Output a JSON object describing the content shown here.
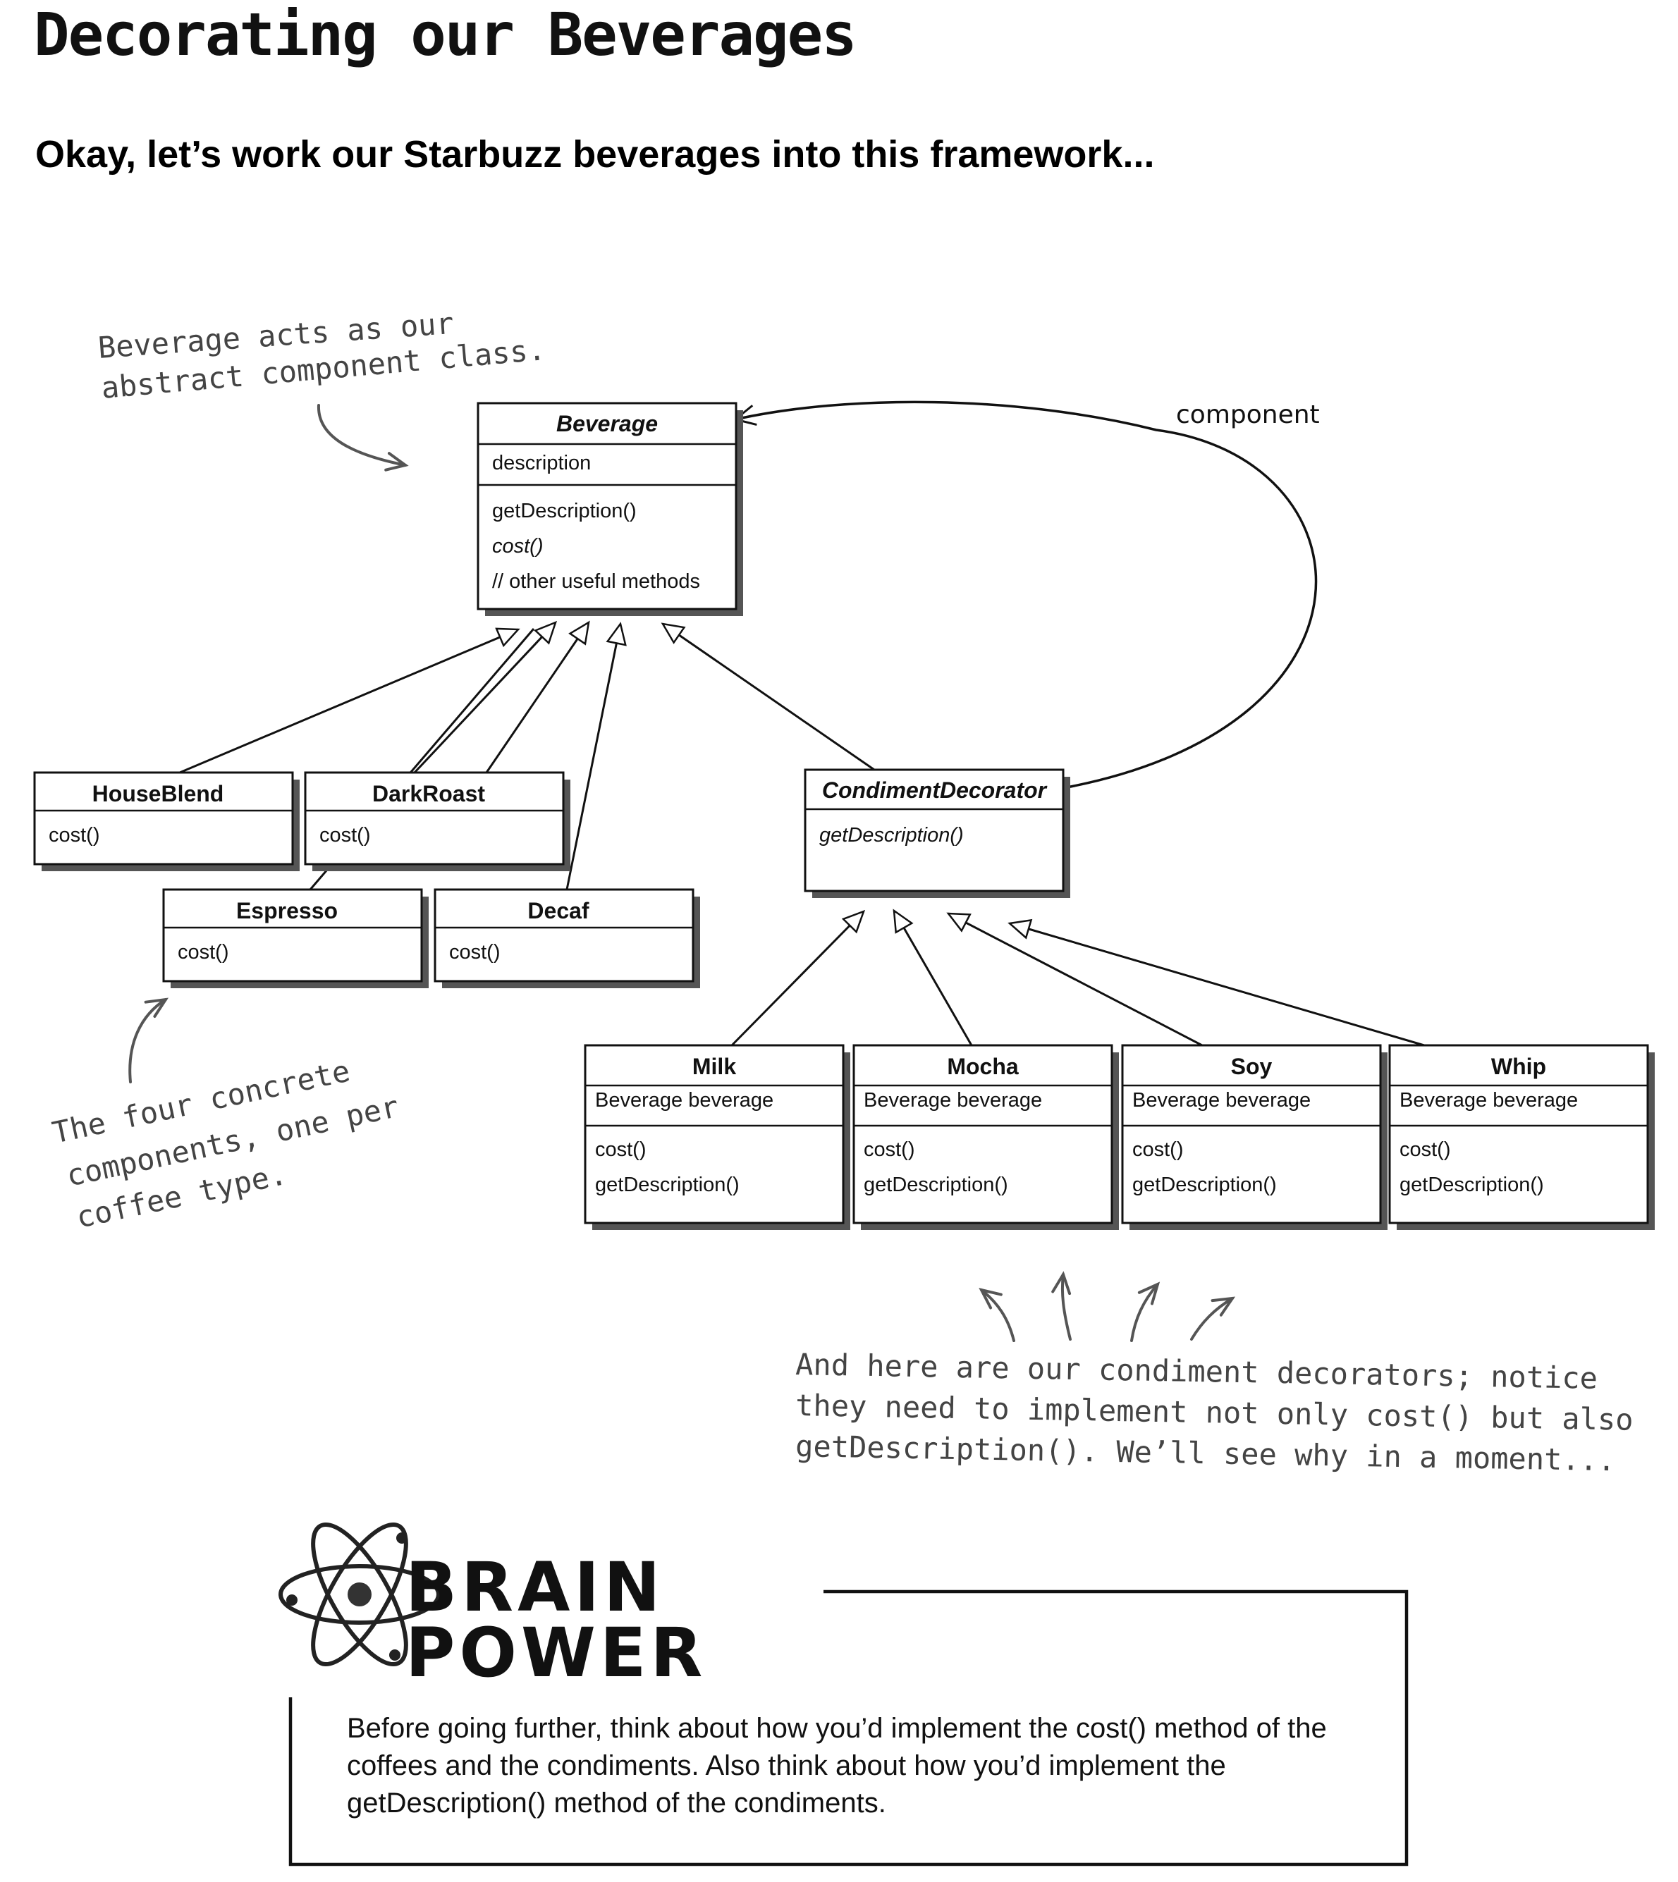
{
  "title": "Decorating our Beverages",
  "subtitle": "Okay, let’s work our Starbuzz beverages into this framework...",
  "association_label": "component",
  "classes": {
    "beverage": {
      "name": "Beverage",
      "attributes": [
        "description"
      ],
      "methods": [
        "getDescription()",
        "cost()",
        "// other useful methods"
      ]
    },
    "houseblend": {
      "name": "HouseBlend",
      "methods": [
        "cost()"
      ]
    },
    "darkroast": {
      "name": "DarkRoast",
      "methods": [
        "cost()"
      ]
    },
    "espresso": {
      "name": "Espresso",
      "methods": [
        "cost()"
      ]
    },
    "decaf": {
      "name": "Decaf",
      "methods": [
        "cost()"
      ]
    },
    "condimentdecorator": {
      "name": "CondimentDecorator",
      "methods": [
        "getDescription()"
      ]
    },
    "milk": {
      "name": "Milk",
      "attributes": [
        "Beverage beverage"
      ],
      "methods": [
        "cost()",
        "getDescription()"
      ]
    },
    "mocha": {
      "name": "Mocha",
      "attributes": [
        "Beverage beverage"
      ],
      "methods": [
        "cost()",
        "getDescription()"
      ]
    },
    "soy": {
      "name": "Soy",
      "attributes": [
        "Beverage beverage"
      ],
      "methods": [
        "cost()",
        "getDescription()"
      ]
    },
    "whip": {
      "name": "Whip",
      "attributes": [
        "Beverage beverage"
      ],
      "methods": [
        "cost()",
        "getDescription()"
      ]
    }
  },
  "annotations": {
    "abstract_component": [
      "Beverage acts as our",
      "abstract component class."
    ],
    "concrete_components": [
      "The four concrete",
      "components, one per",
      "coffee type."
    ],
    "condiment_decorators": [
      "And here are our condiment decorators; notice",
      "they need to implement not only cost() but also",
      "getDescription(). We’ll see why in a moment..."
    ]
  },
  "brain_power": {
    "logo_line1": "BRAIN",
    "logo_line2": "POWER",
    "text": "Before going further, think about how you’d implement the cost() method of the coffees and the condiments.  Also think about how you’d implement the getDescription() method of the condiments."
  }
}
